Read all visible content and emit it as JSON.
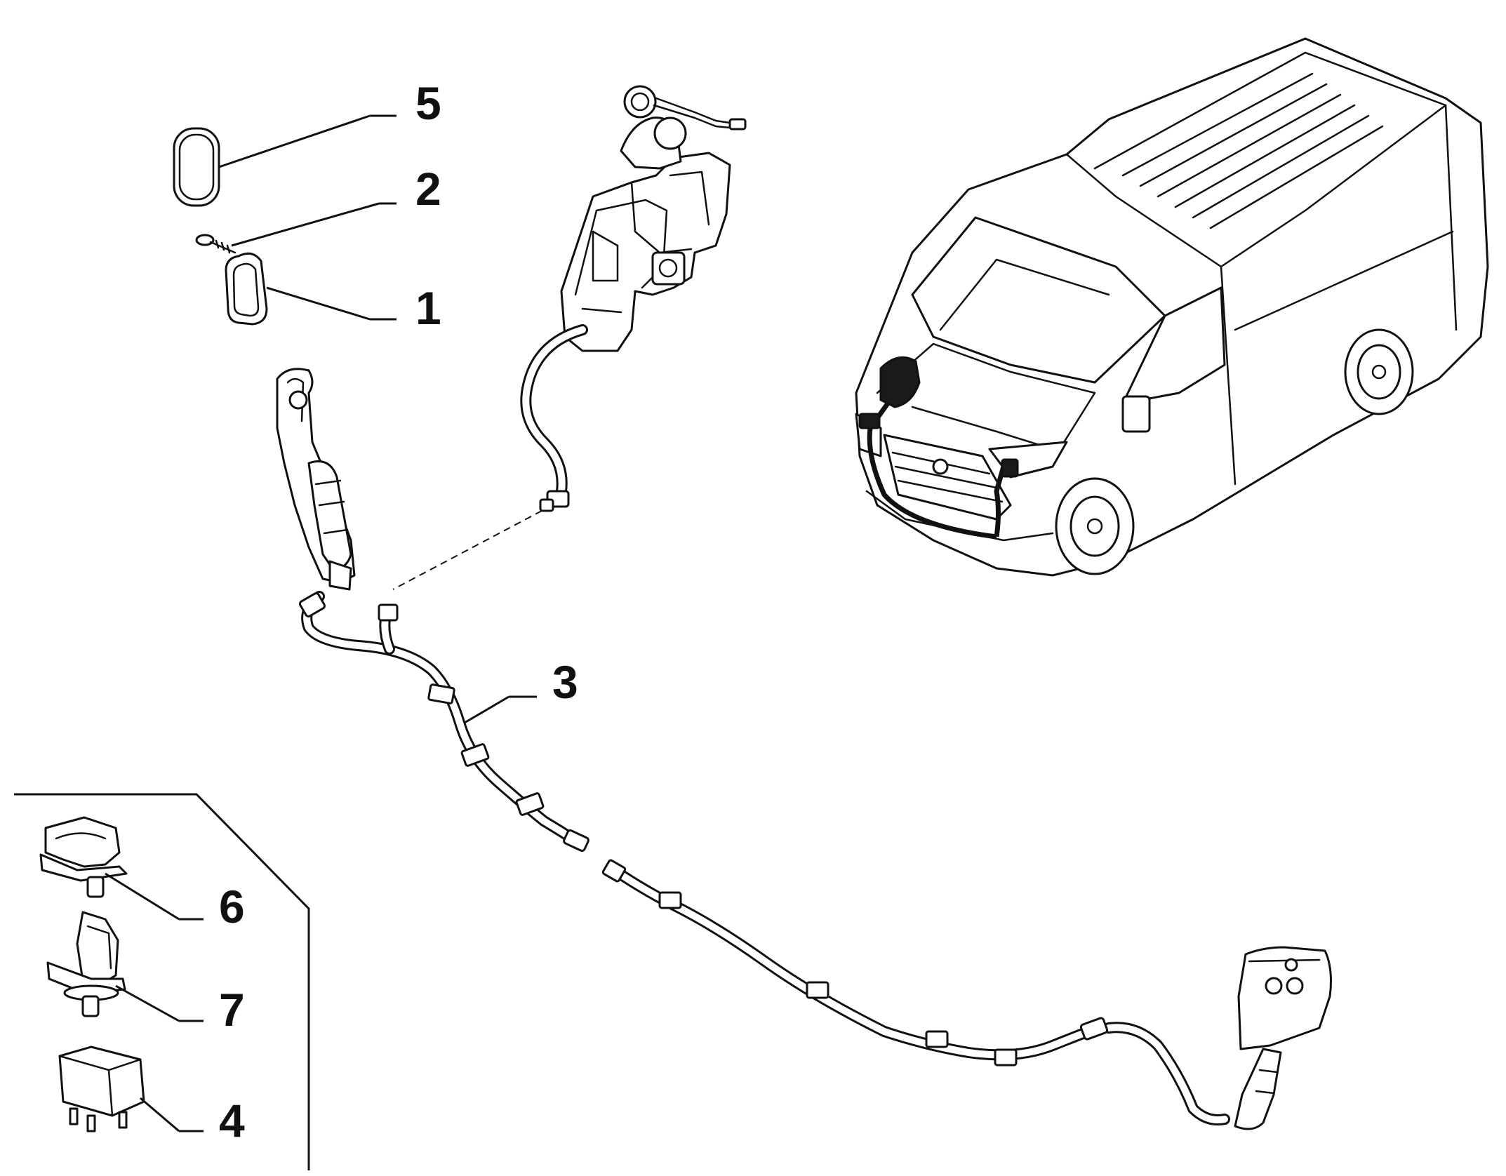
{
  "callouts": [
    {
      "id": "5",
      "label": "5"
    },
    {
      "id": "2",
      "label": "2"
    },
    {
      "id": "1",
      "label": "1"
    },
    {
      "id": "3",
      "label": "3"
    },
    {
      "id": "6",
      "label": "6"
    },
    {
      "id": "7",
      "label": "7"
    },
    {
      "id": "4",
      "label": "4"
    }
  ]
}
